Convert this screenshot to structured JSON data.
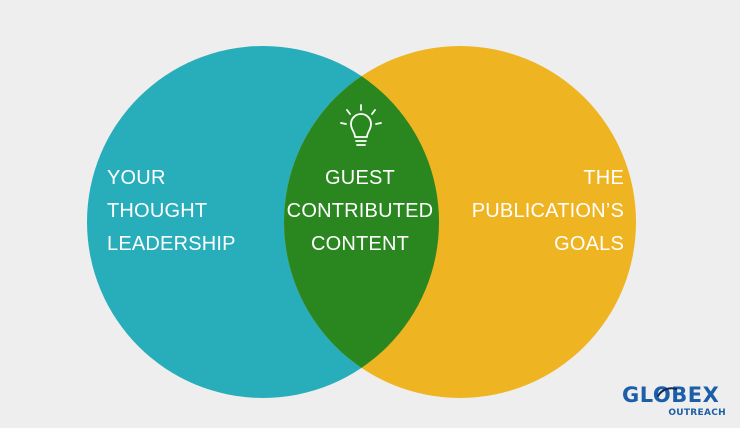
{
  "venn": {
    "left": {
      "lines": [
        "YOUR",
        "THOUGHT",
        "LEADERSHIP"
      ]
    },
    "center": {
      "lines": [
        "GUEST",
        "CONTRIBUTED",
        "CONTENT"
      ],
      "icon": "lightbulb-icon"
    },
    "right": {
      "lines": [
        "THE",
        "PUBLICATION’S",
        "GOALS"
      ]
    }
  },
  "colors": {
    "background": "#efeeee",
    "left_circle": "#28aebb",
    "right_circle": "#efb422",
    "overlap": "#2a8720",
    "label_text": "#ffffff",
    "logo": "#1d5ea9"
  },
  "logo": {
    "main": "GLOBEX",
    "sub": "OUTREACH"
  }
}
